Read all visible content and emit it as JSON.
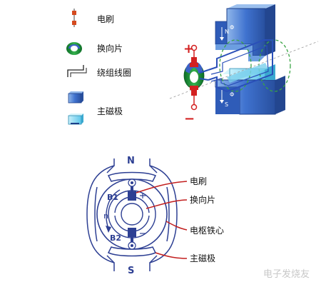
{
  "legend": {
    "brush": "电刷",
    "commutator": "换向片",
    "winding": "绕组线圈",
    "main_pole": "主磁极"
  },
  "motor3d": {
    "plus": "+",
    "minus": "−",
    "pole_n": "N",
    "pole_s": "S",
    "phi_top": "Φ",
    "phi_bottom": "Φ"
  },
  "cross_section": {
    "pole_n": "N",
    "pole_s": "S",
    "b1": "B1",
    "b2": "B2",
    "rotation": "n",
    "plus": "+",
    "minus": "−",
    "callouts": {
      "brush": "电刷",
      "commutator": "换向片",
      "armature_core": "电枢铁心",
      "main_pole": "主磁极"
    }
  },
  "watermark": "电子发烧友",
  "colors": {
    "pole_blue": "#3a6bc6",
    "pole_cyan": "#6fd0ef",
    "winding_blue": "#2a4fb8",
    "commutator_green": "#1f8f3a",
    "red_terminal": "#d32020",
    "dashed_green": "#3aa545",
    "stator_blue": "#2d3f93"
  }
}
